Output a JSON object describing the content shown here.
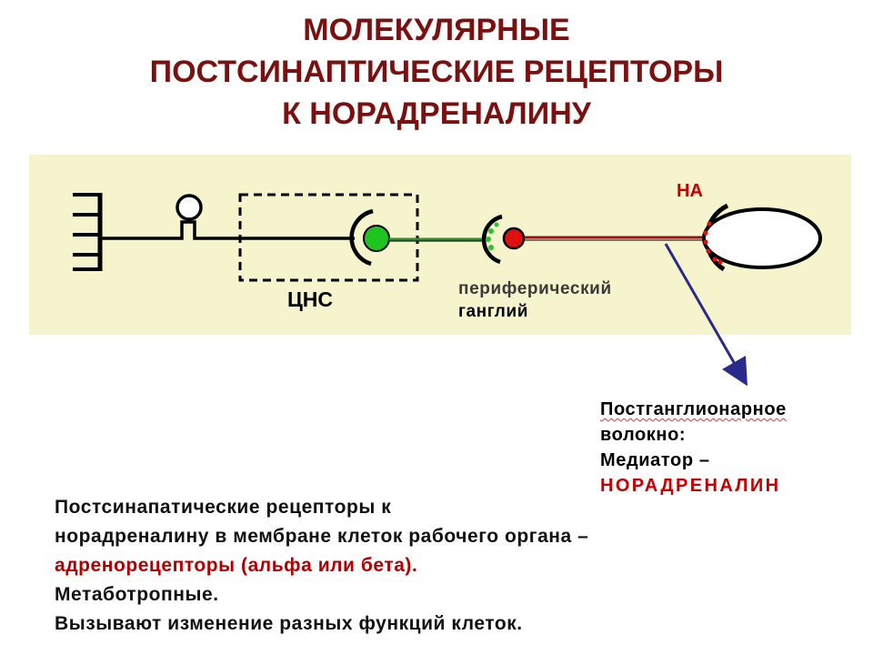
{
  "title": {
    "line1": "МОЛЕКУЛЯРНЫЕ",
    "line2": "ПОСТСИНАПТИЧЕСКИЕ РЕЦЕПТОРЫ",
    "line3": "К НОРАДРЕНАЛИНУ"
  },
  "diagram": {
    "cns_label": "ЦНС",
    "mediator_label": "НА",
    "ganglion_label": {
      "line1": "периферический",
      "line2": "ганглий"
    },
    "fiber_note": {
      "line1": "Постганглионарное",
      "line2": "волокно:",
      "line3": "Медиатор –",
      "line4": "НОРАДРЕНАЛИН"
    },
    "colors": {
      "title": "#7a1010",
      "band": "#f6f4cc",
      "preganglionic_fiber": "#2e8b2e",
      "postganglionic_fiber": "#9a1010",
      "cns_synapse": "#1fc41f",
      "ganglion_synapse": "#e01010",
      "arrow": "#2a2a8c"
    }
  },
  "description": {
    "line1": "Постсинапатические рецепторы к",
    "line2": "норадреналину в мембране клеток рабочего органа –",
    "line3": "адренорецепторы (альфа или бета).",
    "line4": "Метаботропные.",
    "line5": "Вызывают изменение разных функций клеток."
  }
}
